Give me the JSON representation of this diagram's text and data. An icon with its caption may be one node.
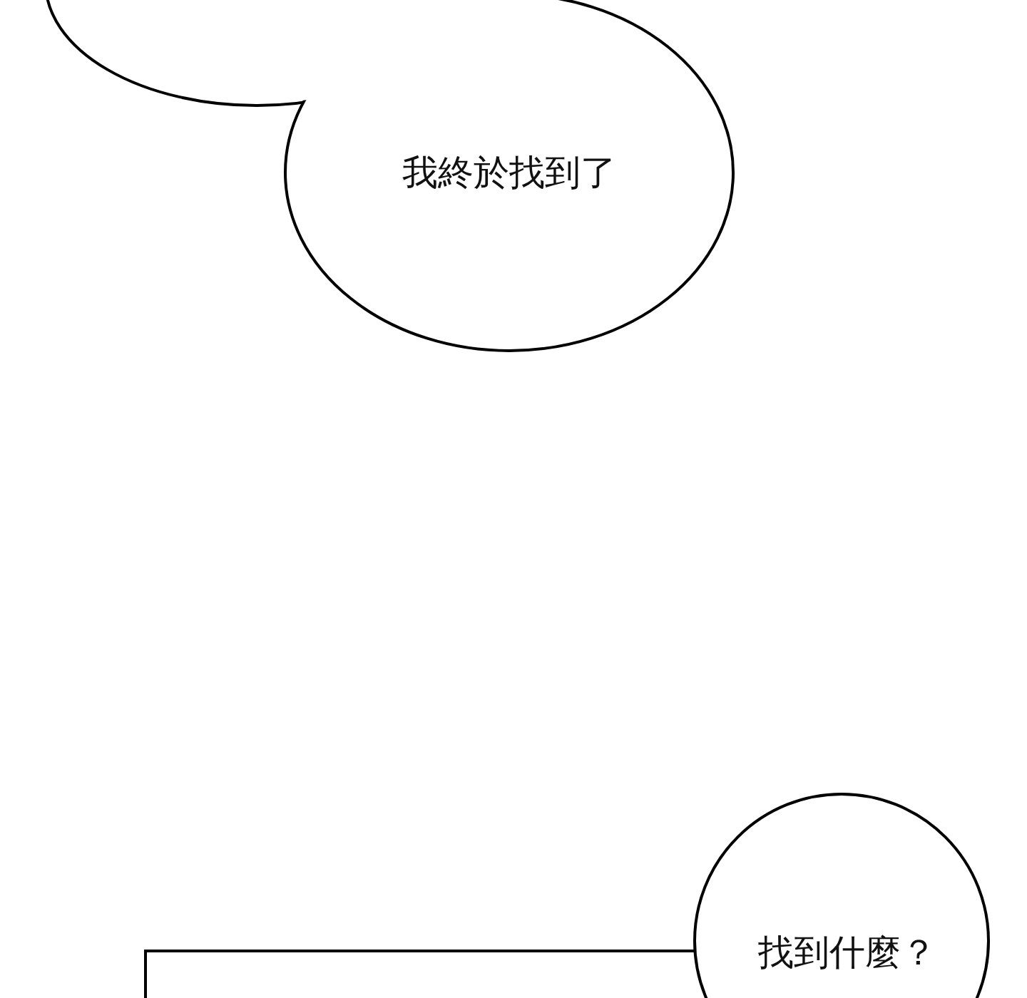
{
  "diagram": {
    "nodes": [
      {
        "text": [
          "我終於找到了"
        ]
      },
      {
        "text": [],
        "shape": "box"
      },
      {
        "text": [
          "找到什麼？"
        ]
      }
    ]
  }
}
